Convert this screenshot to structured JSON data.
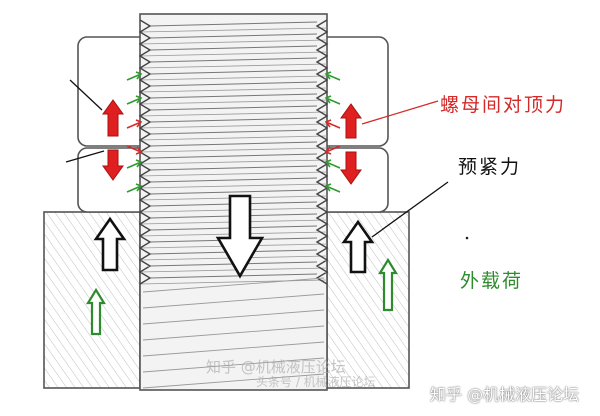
{
  "labels": {
    "nut_force": "螺母间对顶力",
    "preload": "预紧力",
    "external_load": "外载荷"
  },
  "watermarks": {
    "center_main": "知乎 @机械液压论坛",
    "center_sub": "头条号 / 机械液压论坛",
    "bottom_right": "知乎 @机械液压论坛"
  },
  "colors": {
    "nut_force": "#d42a2a",
    "preload": "#111111",
    "external_load": "#2e8b2e",
    "watermark": "#b0b0b0",
    "outline": "#555555"
  }
}
